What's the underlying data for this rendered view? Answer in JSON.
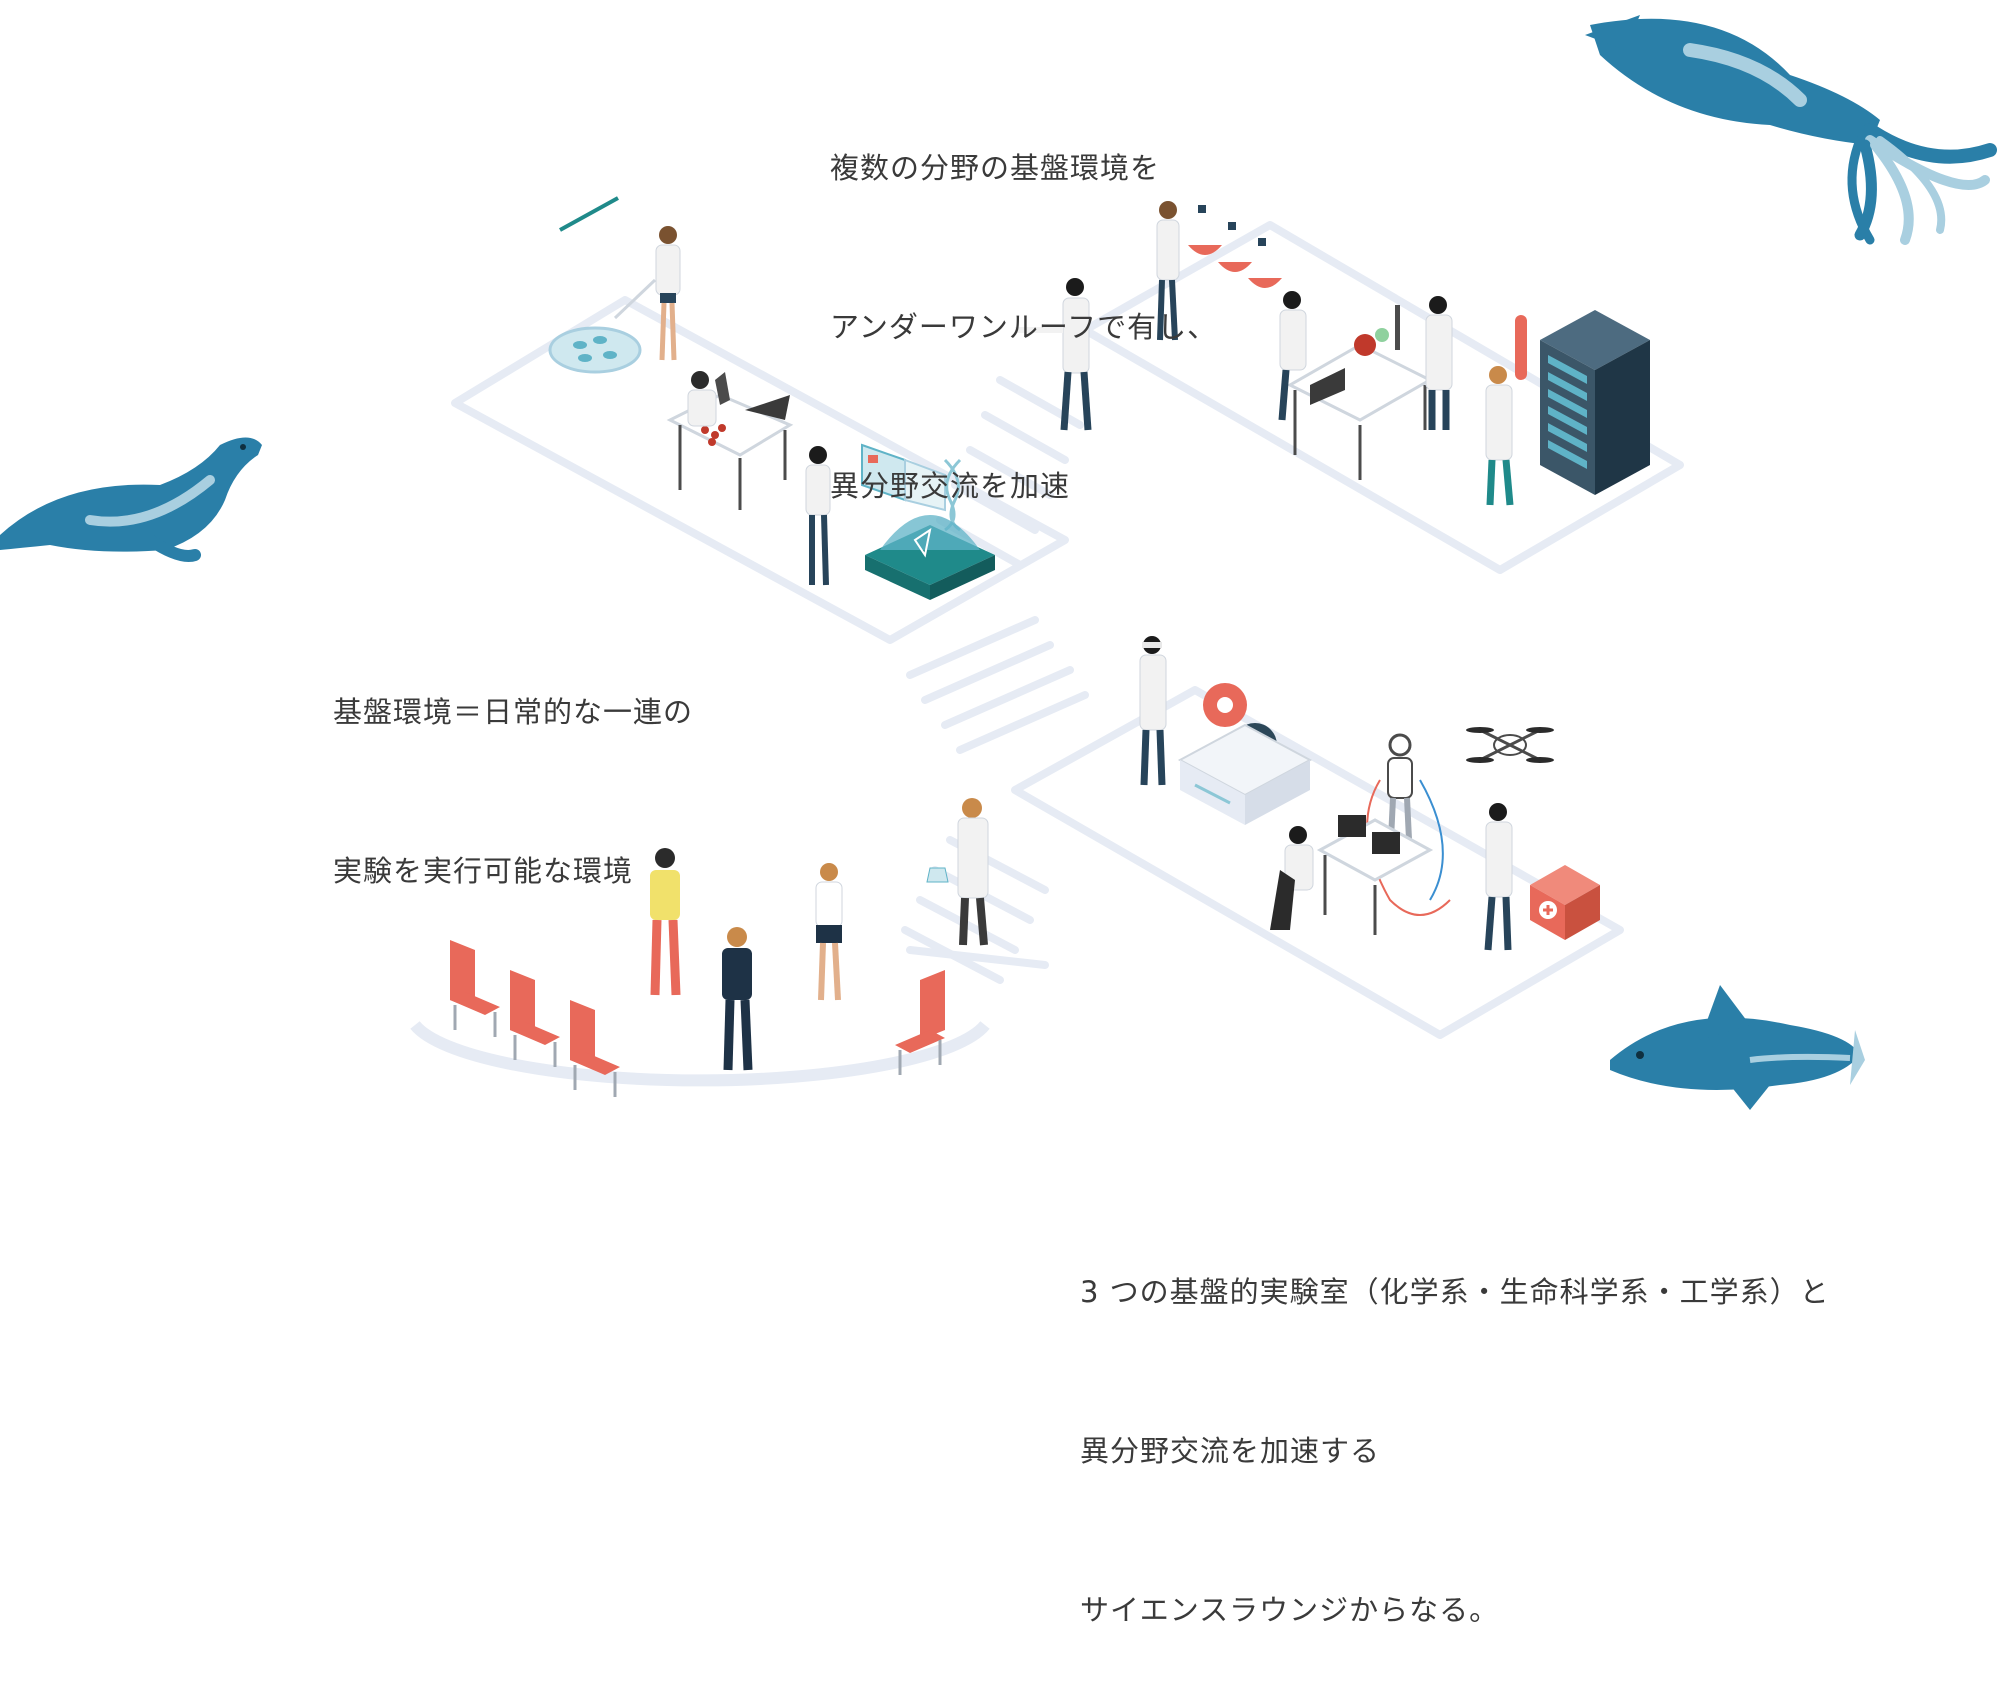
{
  "captions": {
    "top": [
      "複数の分野の基盤環境を",
      "アンダーワンルーフで有し、",
      "異分野交流を加速"
    ],
    "left": [
      "基盤環境＝日常的な一連の",
      "実験を実行可能な環境"
    ],
    "bottom": [
      "3 つの基盤的実験室（化学系・生命科学系・工学系）と",
      "異分野交流を加速する",
      "サイエンスラウンジからなる。"
    ]
  },
  "colors": {
    "creature_blue": "#2a7fa8",
    "creature_light": "#a9cfe0",
    "platform_edge": "#e6ebf4",
    "accent_red": "#e8695a",
    "server_dark": "#2c4759",
    "teal_device": "#1f8a8a"
  },
  "icons": [
    "squid-icon",
    "seal-icon",
    "coelacanth-icon",
    "server-icon",
    "gear-icon",
    "robot-icon",
    "drone-icon",
    "first-aid-kit-icon",
    "microscope-icon",
    "petri-dish-icon",
    "dna-icon",
    "chair-icon"
  ]
}
